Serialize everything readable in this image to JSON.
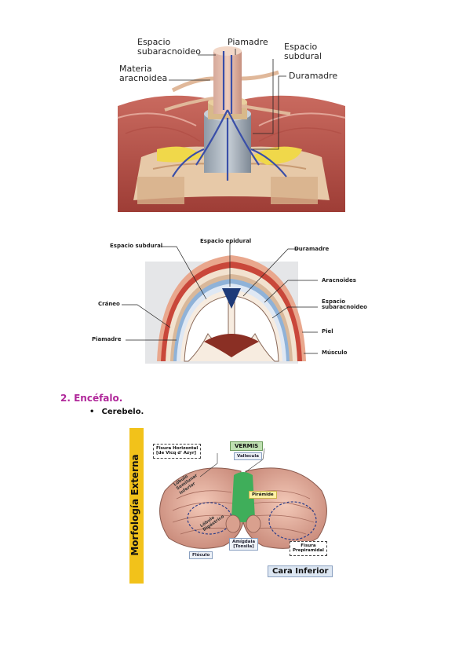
{
  "figure1": {
    "labels": {
      "espacio_subaracnoideo": "Espacio\nsubaracnoideo",
      "piamadre": "Piamadre",
      "espacio_subdural": "Espacio\nsubdural",
      "materia_aracnoidea": "Materia\naracnoidea",
      "duramadre": "Duramadre"
    }
  },
  "figure2": {
    "labels": {
      "espacio_subdural": "Espacio subdural",
      "espacio_epidural": "Espacio epidural",
      "duramadre": "Duramadre",
      "aracnoides": "Aracnoides",
      "espacio_subaracnoideo": "Espacio\nsubaracnoideo",
      "craneo": "Cráneo",
      "piel": "Piel",
      "piamadre": "Piamadre",
      "musculo": "Músculo"
    }
  },
  "section": {
    "heading": "2.  Encéfalo.",
    "bullet": "Cerebelo."
  },
  "figure3": {
    "side_title": "Morfología Externa",
    "vermis": "VERMIS",
    "vallecula": "Vallecula",
    "fisura_horizontal": "Fisura Horizontal\n[de Vicq d' Azyr]",
    "lobulo_semilunar": "Lóbulo\nSemilunar\nInferior",
    "piramide": "Pirámide",
    "lobulo_digastrico": "Lóbulo\nDigástrico",
    "amigdala": "Amígdala\n[Tonsila]",
    "flocculo": "Flóculo",
    "fisura_prepiramidal": "Fisura\nPrepiramidal",
    "cara_inferior": "Cara Inferior"
  }
}
